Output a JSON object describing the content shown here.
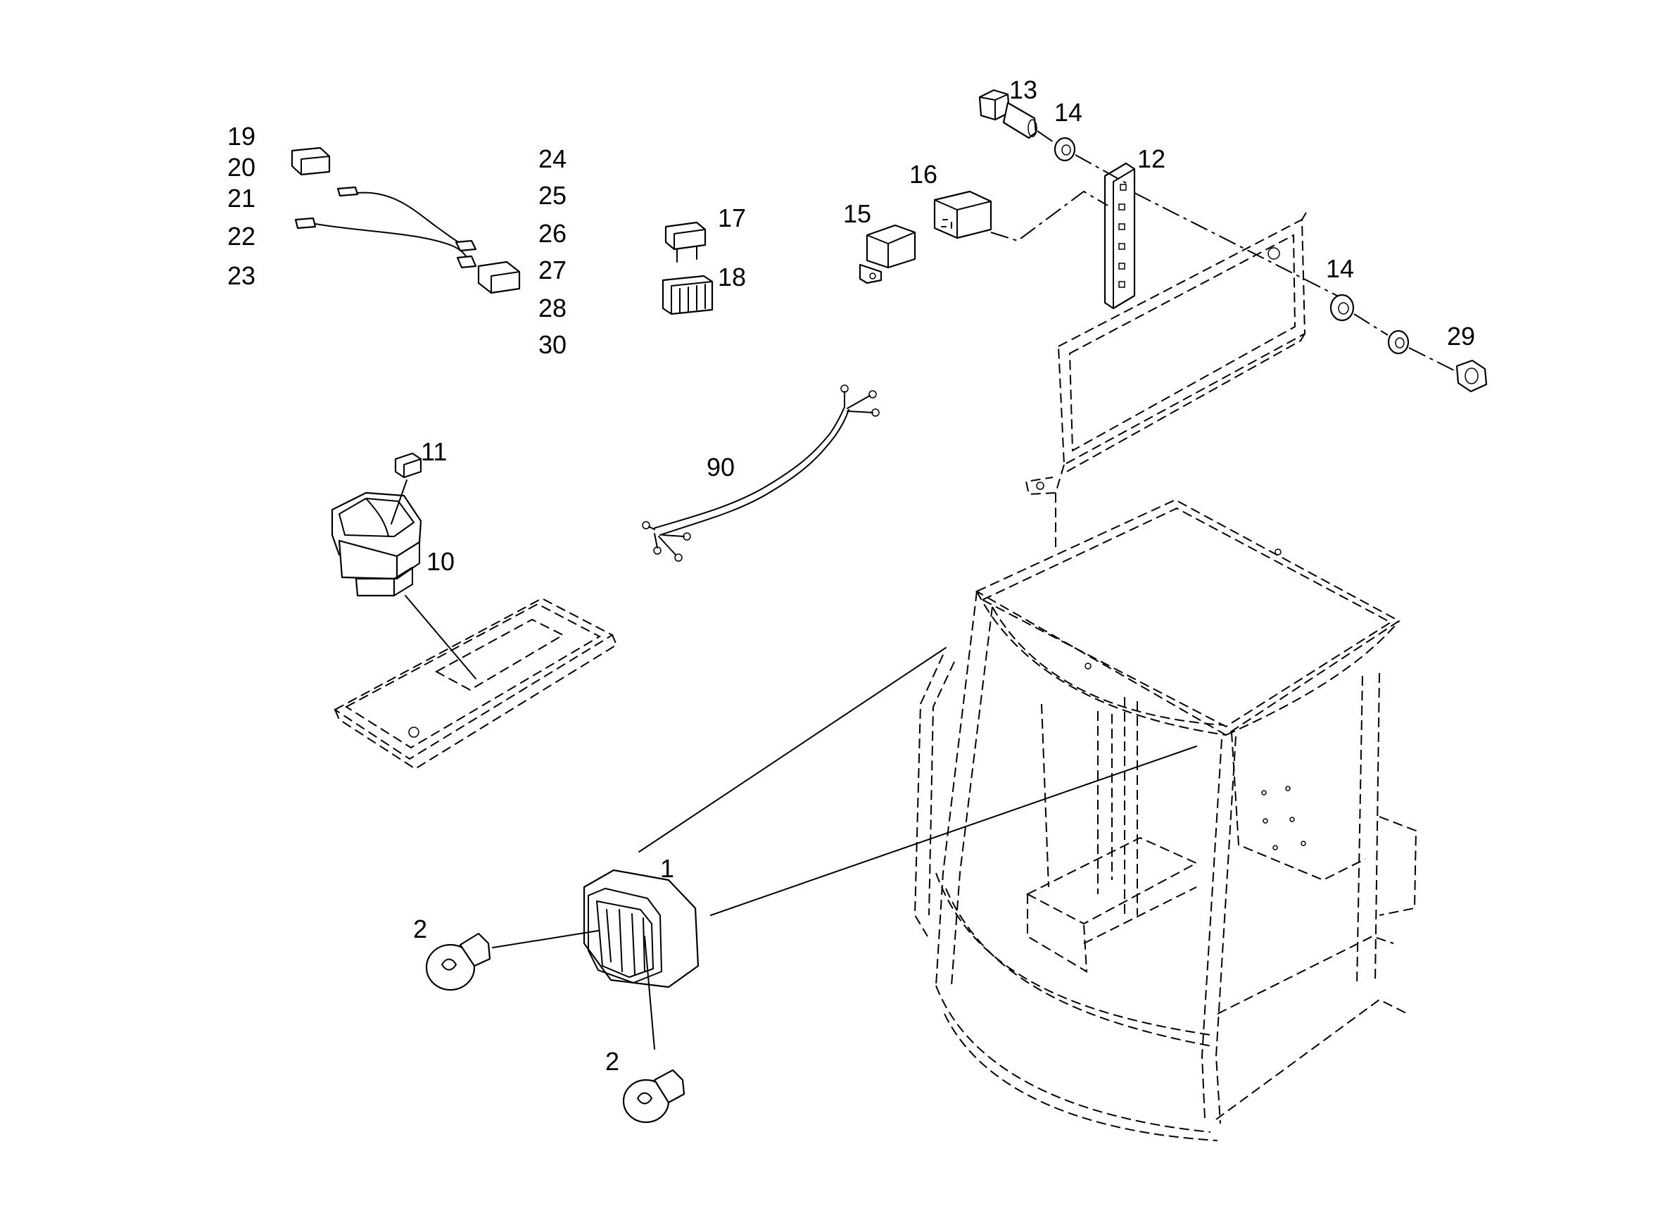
{
  "callouts": {
    "p1": "1",
    "p2a": "2",
    "p2b": "2",
    "p10": "10",
    "p11": "11",
    "p12": "12",
    "p13": "13",
    "p14a": "14",
    "p14b": "14",
    "p15": "15",
    "p16": "16",
    "p17": "17",
    "p18": "18",
    "p19": "19",
    "p20": "20",
    "p21": "21",
    "p22": "22",
    "p23": "23",
    "p24": "24",
    "p25": "25",
    "p26": "26",
    "p27": "27",
    "p28": "28",
    "p29": "29",
    "p30": "30",
    "p90": "90"
  },
  "colors": {
    "line": "#000000",
    "background": "#ffffff"
  }
}
